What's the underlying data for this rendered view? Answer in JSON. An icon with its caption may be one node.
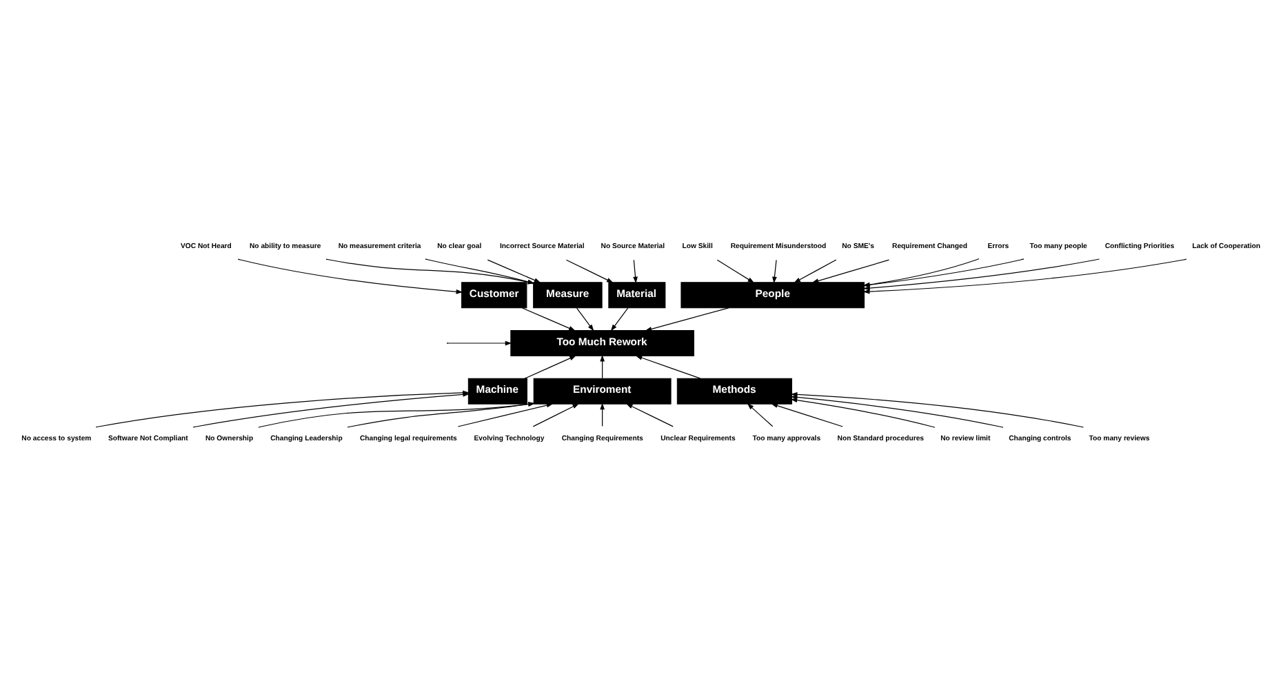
{
  "diagram": {
    "nodes": [
      {
        "text": [
          "Customer"
        ]
      },
      {
        "text": [
          "Measure"
        ]
      },
      {
        "text": [
          "Material"
        ]
      },
      {
        "text": [
          "People"
        ]
      },
      {
        "text": [
          "Too Much Rework"
        ]
      },
      {
        "text": [
          "Machine"
        ]
      },
      {
        "text": [
          "Enviroment"
        ]
      },
      {
        "text": [
          "Methods"
        ]
      },
      {
        "text": [
          "VOC Not Heard"
        ]
      },
      {
        "text": [
          "No ability to measure"
        ]
      },
      {
        "text": [
          "No measurement criteria"
        ]
      },
      {
        "text": [
          "No clear goal"
        ]
      },
      {
        "text": [
          "Incorrect Source Material"
        ]
      },
      {
        "text": [
          "No Source Material"
        ]
      },
      {
        "text": [
          "Low Skill"
        ]
      },
      {
        "text": [
          "Requirement Misunderstood"
        ]
      },
      {
        "text": [
          "No SME's"
        ]
      },
      {
        "text": [
          "Requirement Changed"
        ]
      },
      {
        "text": [
          "Errors"
        ]
      },
      {
        "text": [
          "Too many people"
        ]
      },
      {
        "text": [
          "Conflicting Priorities"
        ]
      },
      {
        "text": [
          "Lack of Cooperation"
        ]
      },
      {
        "text": [
          "Software Not Compliant"
        ]
      },
      {
        "text": [
          "No access to system"
        ]
      },
      {
        "text": [
          "Unclear Requirements"
        ]
      },
      {
        "text": [
          "No Ownership"
        ]
      },
      {
        "text": [
          "Changing Leadership"
        ]
      },
      {
        "text": [
          "Changing legal requirements"
        ]
      },
      {
        "text": [
          "Evolving Technology"
        ]
      },
      {
        "text": [
          "Changing Requirements"
        ]
      },
      {
        "text": [
          "No review limit"
        ]
      },
      {
        "text": [
          "Changing controls"
        ]
      },
      {
        "text": [
          "Too many reviews"
        ]
      },
      {
        "text": [
          "Too many approvals"
        ]
      },
      {
        "text": [
          "Non Standard procedures"
        ]
      }
    ],
    "edges": [
      {
        "from": null,
        "to": 4,
        "arrow": "to"
      },
      {
        "from": 0,
        "to": 4,
        "arrow": "to"
      },
      {
        "from": 1,
        "to": 4,
        "arrow": "to"
      },
      {
        "from": 2,
        "to": 4,
        "arrow": "to"
      },
      {
        "from": 3,
        "to": 4,
        "arrow": "to"
      },
      {
        "from": 5,
        "to": 4,
        "arrow": "to"
      },
      {
        "from": 6,
        "to": 4,
        "arrow": "to"
      },
      {
        "from": 7,
        "to": 4,
        "arrow": "to"
      },
      {
        "from": 8,
        "to": 0,
        "arrow": "to"
      },
      {
        "from": 9,
        "to": 1,
        "arrow": "to"
      },
      {
        "from": 10,
        "to": 1,
        "arrow": "to"
      },
      {
        "from": 11,
        "to": 1,
        "arrow": "to"
      },
      {
        "from": 12,
        "to": 2,
        "arrow": "to"
      },
      {
        "from": 13,
        "to": 2,
        "arrow": "to"
      },
      {
        "from": 14,
        "to": 3,
        "arrow": "to"
      },
      {
        "from": 15,
        "to": 3,
        "arrow": "to"
      },
      {
        "from": 16,
        "to": 3,
        "arrow": "to"
      },
      {
        "from": 17,
        "to": 3,
        "arrow": "to"
      },
      {
        "from": 18,
        "to": 3,
        "arrow": "to"
      },
      {
        "from": 19,
        "to": 3,
        "arrow": "to"
      },
      {
        "from": 20,
        "to": 3,
        "arrow": "to"
      },
      {
        "from": 21,
        "to": 3,
        "arrow": "to"
      },
      {
        "from": 22,
        "to": 5,
        "arrow": "to"
      },
      {
        "from": 23,
        "to": 5,
        "arrow": "to"
      },
      {
        "from": 24,
        "to": 6,
        "arrow": "to"
      },
      {
        "from": 25,
        "to": 6,
        "arrow": "to"
      },
      {
        "from": 26,
        "to": 6,
        "arrow": "to"
      },
      {
        "from": 27,
        "to": 6,
        "arrow": "to"
      },
      {
        "from": 28,
        "to": 6,
        "arrow": "to"
      },
      {
        "from": 29,
        "to": 6,
        "arrow": "to"
      },
      {
        "from": 30,
        "to": 7,
        "arrow": "to"
      },
      {
        "from": 31,
        "to": 7,
        "arrow": "to"
      },
      {
        "from": 32,
        "to": 7,
        "arrow": "to"
      },
      {
        "from": 33,
        "to": 7,
        "arrow": "to"
      },
      {
        "from": 34,
        "to": 7,
        "arrow": "to"
      }
    ]
  }
}
